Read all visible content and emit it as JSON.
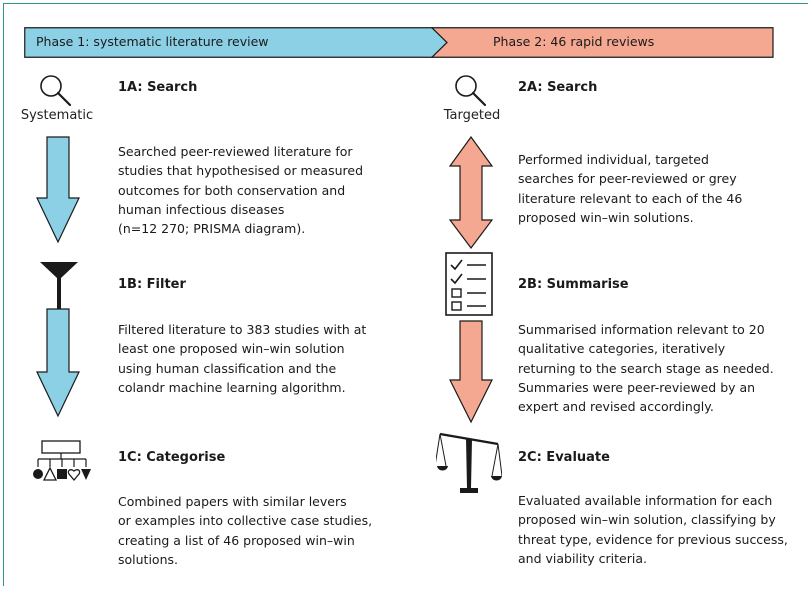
{
  "colors": {
    "frame": "#2a9a8e",
    "phase1_fill": "#8cd0e6",
    "phase2_fill": "#f4a892",
    "outline": "#1a1a1a"
  },
  "phase1": {
    "label": "Phase 1: systematic literature review",
    "steps": [
      {
        "title": "1A: Search",
        "icon": "magnifier-icon",
        "icon_label": "Systematic",
        "desc": [
          "Searched peer-reviewed literature for",
          "studies that hypothesised or measured",
          "outcomes for both conservation and",
          "human infectious diseases",
          "(n=12 270; PRISMA diagram)."
        ]
      },
      {
        "title": "1B: Filter",
        "icon": "funnel-icon",
        "desc": [
          "Filtered literature to 383 studies with at",
          "least one proposed win–win solution",
          "using human classification and the",
          "colandr machine learning algorithm."
        ]
      },
      {
        "title": "1C: Categorise",
        "icon": "category-tree-icon",
        "desc": [
          "Combined papers with similar levers",
          "or examples into collective case studies,",
          "creating a list of 46 proposed win–win",
          "solutions."
        ]
      }
    ]
  },
  "phase2": {
    "label": "Phase 2: 46 rapid reviews",
    "steps": [
      {
        "title": "2A: Search",
        "icon": "magnifier-icon",
        "icon_label": "Targeted",
        "desc": [
          "Performed individual, targeted",
          "searches for peer-reviewed or grey",
          "literature relevant to each of the 46",
          "proposed win–win solutions."
        ]
      },
      {
        "title": "2B: Summarise",
        "icon": "checklist-icon",
        "desc": [
          "Summarised information relevant to 20",
          "qualitative categories, iteratively",
          "returning to the search stage as needed.",
          "Summaries were peer-reviewed by an",
          "expert and revised accordingly."
        ]
      },
      {
        "title": "2C: Evaluate",
        "icon": "scales-icon",
        "desc": [
          "Evaluated available information for each",
          "proposed win–win solution, classifying by",
          "threat type, evidence for previous success,",
          "and viability criteria."
        ]
      }
    ]
  }
}
